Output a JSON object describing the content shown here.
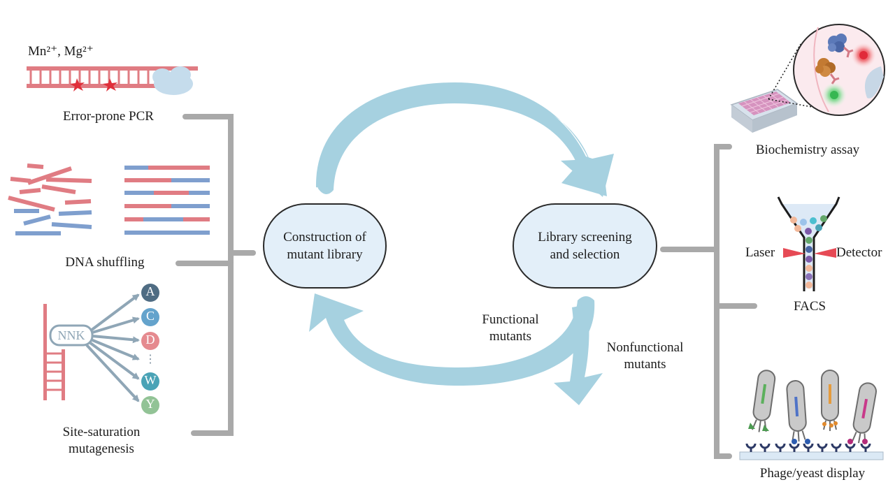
{
  "colors": {
    "dna_red": "#e07c83",
    "dna_blue": "#7f9fce",
    "arrow_blue": "#a6d1e0",
    "bracket_gray": "#a9a9a9",
    "pill_fill": "#e3eff9",
    "mutation_star": "#e02f3a",
    "nnk_arrow": "#8fa6b6"
  },
  "methods": {
    "epcr": {
      "ions": "Mn²⁺, Mg²⁺",
      "label": "Error-prone PCR"
    },
    "shuffling": {
      "label": "DNA shuffling"
    },
    "ssm": {
      "codon": "NNK",
      "amino_acids": [
        "A",
        "C",
        "D",
        "⋮",
        "W",
        "Y"
      ],
      "label_line1": "Site-saturation",
      "label_line2": "mutagenesis"
    }
  },
  "cycle": {
    "construction_line1": "Construction of",
    "construction_line2": "mutant library",
    "screening_line1": "Library screening",
    "screening_line2": "and selection",
    "functional_line1": "Functional",
    "functional_line2": "mutants",
    "nonfunctional_line1": "Nonfunctional",
    "nonfunctional_line2": "mutants"
  },
  "screening": {
    "biochem": {
      "label": "Biochemistry assay",
      "icon": "well-plate-icon"
    },
    "facs": {
      "label": "FACS",
      "laser": "Laser",
      "detector": "Detector",
      "icon": "flow-cytometer-icon"
    },
    "display": {
      "label": "Phage/yeast display",
      "icon": "phage-display-icon"
    }
  }
}
